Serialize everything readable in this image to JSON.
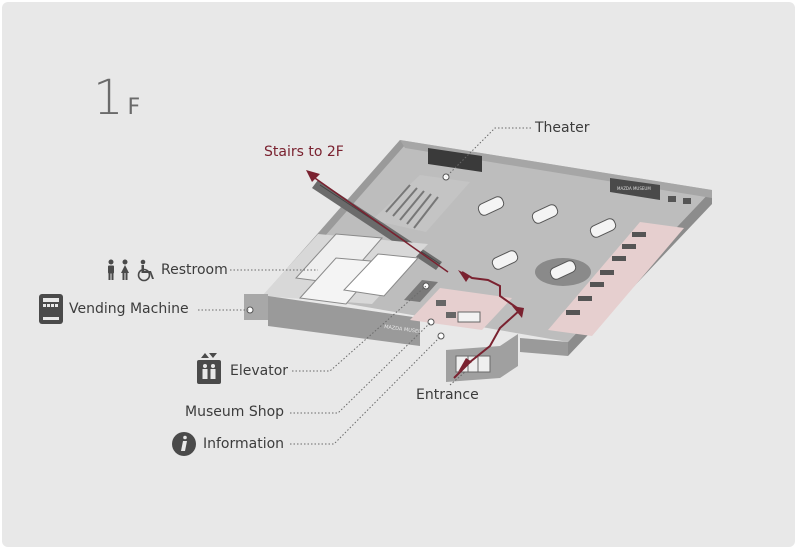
{
  "floor": {
    "number": "1",
    "unit": "F"
  },
  "labels": {
    "theater": "Theater",
    "stairs": "Stairs to 2F",
    "restroom": "Restroom",
    "vending": "Vending Machine",
    "elevator": "Elevator",
    "shop": "Museum Shop",
    "information": "Information",
    "entrance": "Entrance"
  },
  "signage": {
    "building": "MAZDA MUSEUM",
    "wall": "MAZDA MUSEUM"
  },
  "icons": {
    "restroom": [
      "male-icon",
      "female-icon",
      "wheelchair-icon"
    ],
    "vending": "vending-machine-icon",
    "elevator": "elevator-icon",
    "information": "information-icon"
  },
  "colors": {
    "background": "#e8e8e8",
    "floor": "#b9b9b9",
    "wall": "#8f8f8f",
    "route": "#7a2230",
    "accent_zone": "#e6cfcf"
  }
}
